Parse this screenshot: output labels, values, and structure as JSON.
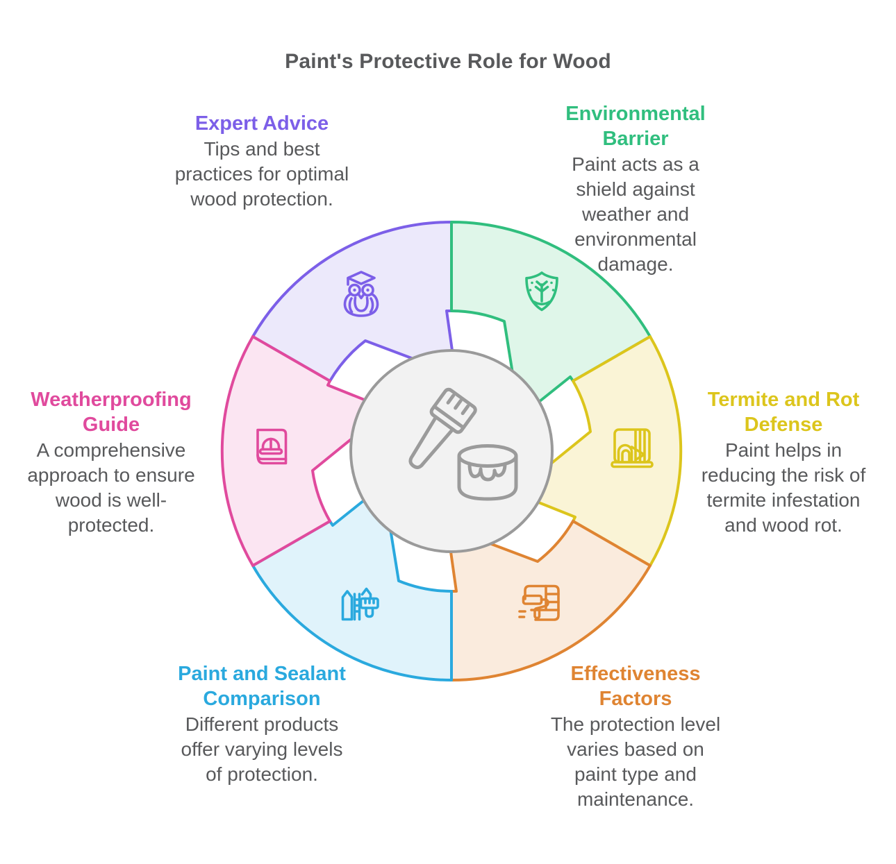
{
  "title": "Paint's Protective Role for Wood",
  "text_color": "#58595B",
  "center": {
    "icon": "paint-brush-can-icon",
    "fill": "#F2F2F2",
    "stroke": "#9A9A9A",
    "icon_color": "#9B9B9B"
  },
  "segments": [
    {
      "id": "expert-advice",
      "label": "Expert Advice",
      "description": "Tips and best practices for optimal wood protection.",
      "color": "#7C5FE8",
      "fill": "#ECE9FB",
      "icon": "owl-graduation-icon"
    },
    {
      "id": "environmental-barrier",
      "label": "Environmental Barrier",
      "description": "Paint acts as a shield against weather and environmental damage.",
      "color": "#30BE7E",
      "fill": "#DFF6E9",
      "icon": "shield-plant-icon"
    },
    {
      "id": "termite-rot-defense",
      "label": "Termite and Rot Defense",
      "description": "Paint helps in reducing the risk of termite infestation and wood rot.",
      "color": "#DCC51C",
      "fill": "#FAF4D6",
      "icon": "wood-gate-icon"
    },
    {
      "id": "effectiveness-factors",
      "label": "Effectiveness Factors",
      "description": "The protection level varies based on paint type and maintenance.",
      "color": "#DF8432",
      "fill": "#FAEBDD",
      "icon": "paint-roller-wall-icon"
    },
    {
      "id": "paint-sealant-comparison",
      "label": "Paint and Sealant Comparison",
      "description": "Different products offer varying levels of protection.",
      "color": "#2AA9DE",
      "fill": "#E0F3FB",
      "icon": "fence-paintbrush-icon"
    },
    {
      "id": "weatherproofing-guide",
      "label": "Weatherproofing Guide",
      "description": "A comprehensive approach to ensure wood is well-protected.",
      "color": "#E04A9D",
      "fill": "#FBE5F2",
      "icon": "book-hardhat-icon"
    }
  ]
}
